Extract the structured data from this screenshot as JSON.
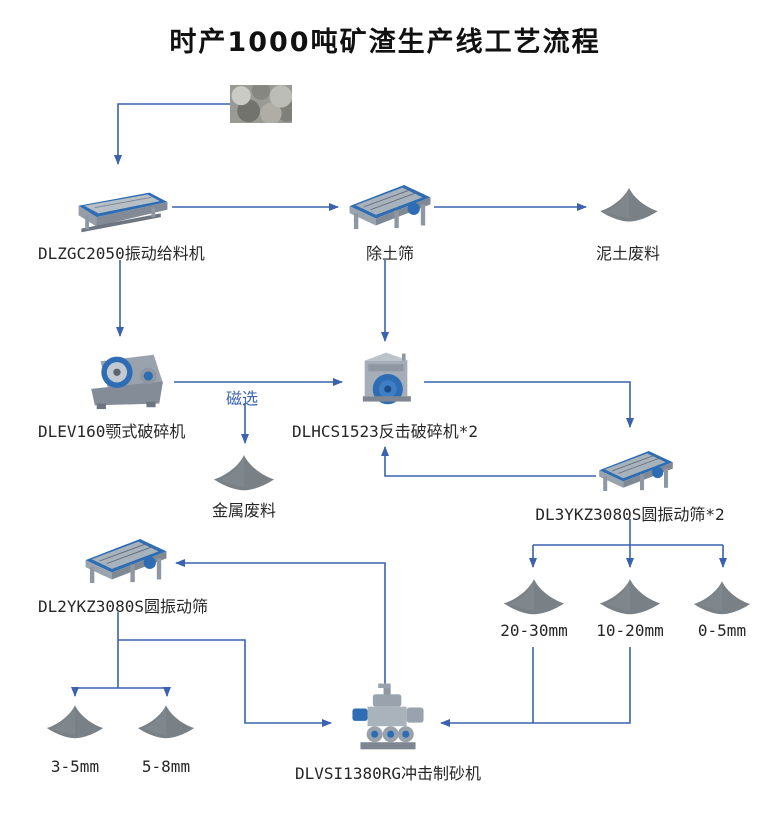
{
  "title": "时产1000吨矿渣生产线工艺流程",
  "colors": {
    "line": "#3a62ae",
    "label": "#262626",
    "magnetic_text": "#3a62ae",
    "pile": "#798086",
    "machine_accent": "#2e6db4"
  },
  "nodes": {
    "feeder": "DLZGC2050振动给料机",
    "soil_screen": "除土筛",
    "soil_waste": "泥土废料",
    "jaw_crusher": "DLEV160颚式破碎机",
    "magnetic": "磁选",
    "impact_crusher": "DLHCS1523反击破碎机*2",
    "metal_waste": "金属废料",
    "screen_3deck": "DL3YKZ3080S圆振动筛*2",
    "pile_20_30": "20-30mm",
    "pile_10_20": "10-20mm",
    "pile_0_5": "0-5mm",
    "screen_2deck": "DL2YKZ3080S圆振动筛",
    "sand_maker": "DLVSI1380RG冲击制砂机",
    "pile_3_5": "3-5mm",
    "pile_5_8": "5-8mm"
  }
}
